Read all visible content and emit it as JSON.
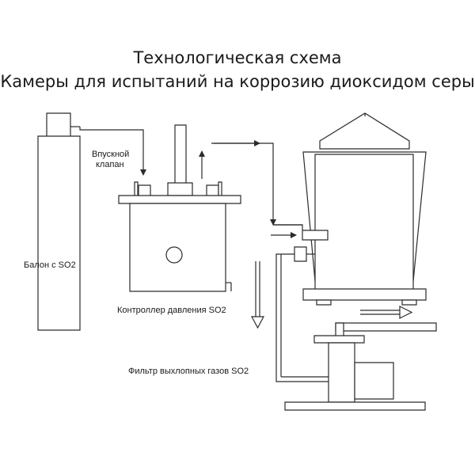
{
  "title": {
    "line1": "Технологическая схема",
    "line2": "Камеры для испытаний на коррозию диоксидом серы"
  },
  "labels": {
    "cylinder": "Балон с SO2",
    "inlet_valve_line1": "Впускной",
    "inlet_valve_line2": "клапан",
    "pressure_controller": "Контроллер давления SO2",
    "exhaust_filter": "Фильтр выхлопных газов SO2"
  },
  "colors": {
    "line": "#2b2b2b",
    "shade": "#d9d9d9",
    "background": "#ffffff"
  }
}
